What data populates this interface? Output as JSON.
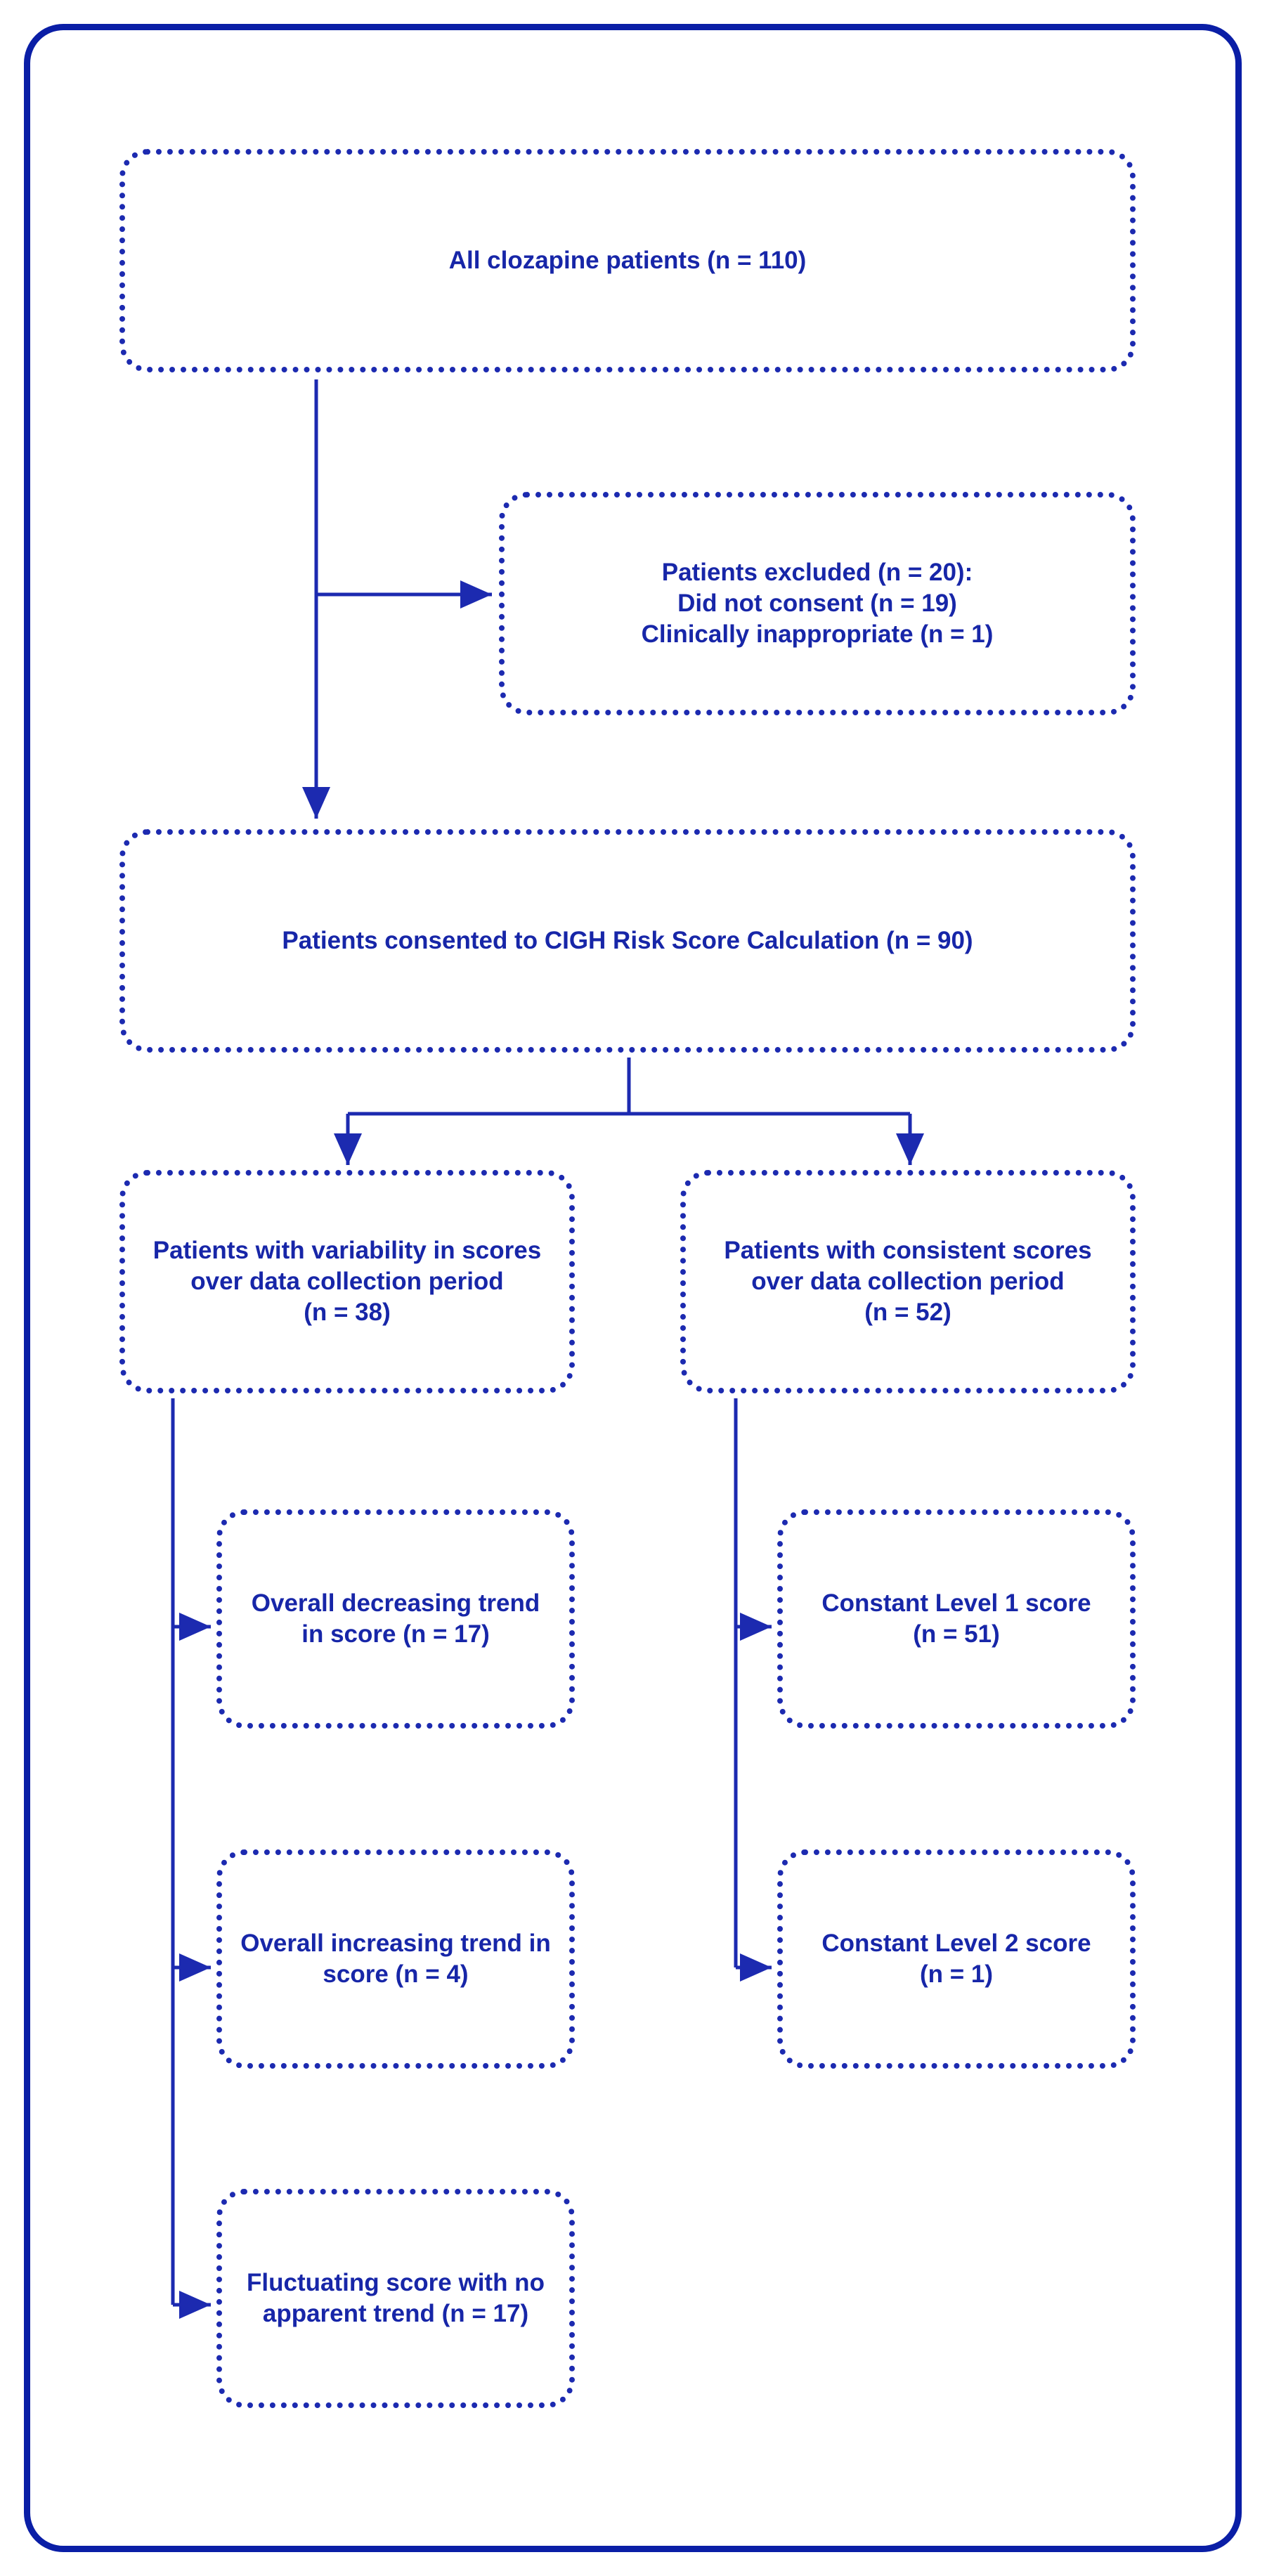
{
  "boxes": {
    "all_patients": [
      "All clozapine patients (n = 110)"
    ],
    "excluded": [
      "Patients excluded (n = 20):",
      "Did not consent (n = 19)",
      "Clinically inappropriate (n = 1)"
    ],
    "consented": [
      "Patients consented to CIGH Risk Score Calculation (n = 90)"
    ],
    "variability": [
      "Patients with variability in scores",
      "over data collection period",
      "(n = 38)"
    ],
    "consistent": [
      "Patients with consistent scores",
      "over data collection period",
      "(n = 52)"
    ],
    "decreasing": [
      "Overall decreasing trend",
      "in score (n = 17)"
    ],
    "increasing": [
      "Overall increasing trend in",
      "score (n = 4)"
    ],
    "fluctuating": [
      "Fluctuating score with no",
      "apparent trend (n = 17)"
    ],
    "level1": [
      "Constant Level 1 score",
      "(n = 51)"
    ],
    "level2": [
      "Constant Level 2 score",
      "(n = 1)"
    ]
  },
  "colors": {
    "frame": "#0a1ea6",
    "box_border": "#1c2ab0",
    "text": "#1726a8",
    "arrow": "#1c2ab0"
  }
}
